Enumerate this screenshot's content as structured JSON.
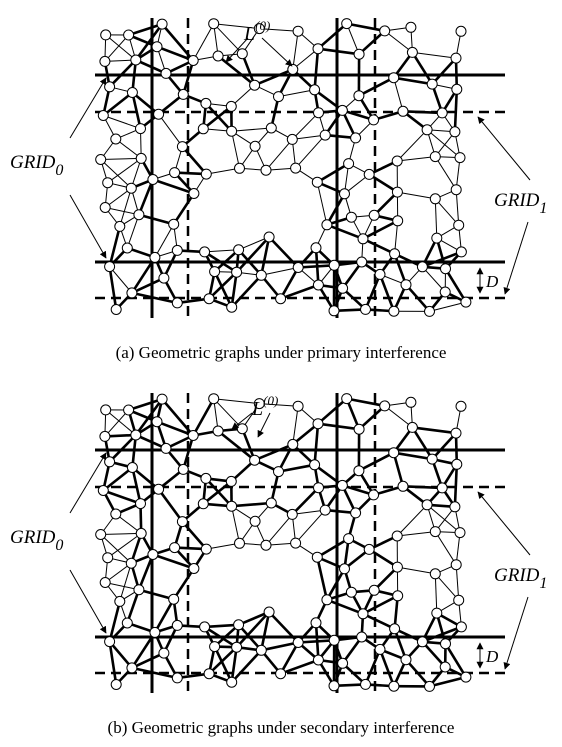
{
  "panels": [
    {
      "caption": "(a) Geometric graphs under primary interference",
      "labels": {
        "l0": "L",
        "l0_sup": "(0)",
        "grid0": "GRID",
        "grid0_sub": "0",
        "grid1": "GRID",
        "grid1_sub": "1",
        "d": "D"
      },
      "edge_style": "primary"
    },
    {
      "caption": "(b) Geometric graphs under secondary interference",
      "labels": {
        "l0": "L",
        "l0_sup": "(0)",
        "grid0": "GRID",
        "grid0_sub": "0",
        "grid1": "GRID",
        "grid1_sub": "1",
        "d": "D"
      },
      "edge_style": "secondary"
    }
  ]
}
